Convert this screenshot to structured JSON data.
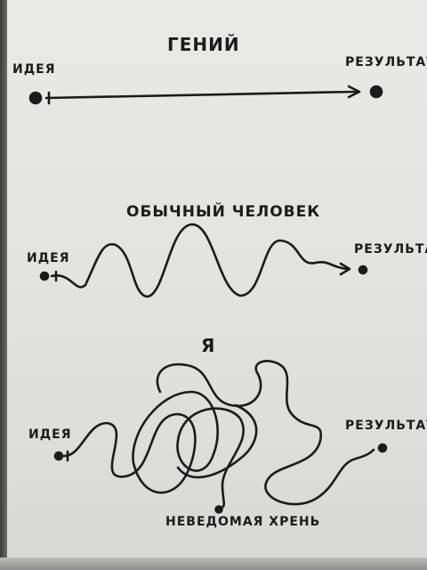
{
  "sections": {
    "genius": {
      "title": "ГЕНИЙ",
      "start_label": "ИДЕЯ",
      "end_label": "РЕЗУЛЬТАТ"
    },
    "ordinary": {
      "title": "ОБЫЧНЫЙ ЧЕЛОВЕК",
      "start_label": "ИДЕЯ",
      "end_label": "РЕЗУЛЬТАТ"
    },
    "me": {
      "title": "Я",
      "start_label": "ИДЕЯ",
      "end_label": "РЕЗУЛЬТАТ",
      "dead_end_label": "НЕВЕДОМАЯ ХРЕНЬ"
    }
  },
  "colors": {
    "ink": "#1b1b1b",
    "paper": "#e6e6e4"
  }
}
